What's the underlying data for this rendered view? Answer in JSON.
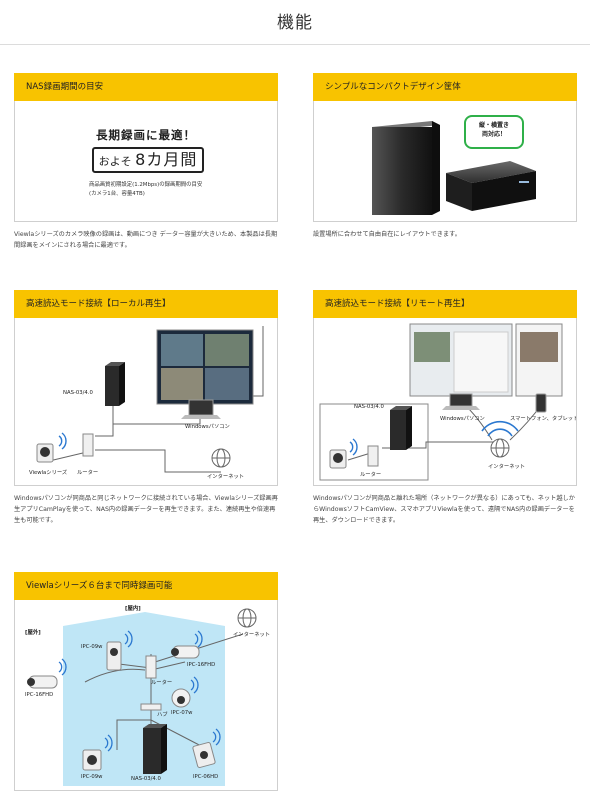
{
  "page_title": "機能",
  "cards": {
    "nas": {
      "header": "NAS録画期間の目安",
      "headline": "長期録画に最適！",
      "box_prefix": "およそ",
      "box_value": "8カ月間",
      "note_line1": "商品画質初期設定(1.2Mbps)の録画期間の目安",
      "note_line2": "(カメラ1台、容量4TB)",
      "desc": "Viewlaシリーズのカメラ映像の録画は、動画につき データー容量が大きいため、本製品は長期間録画をメインにされる場合に最適です。"
    },
    "design": {
      "header": "シンプルなコンパクトデザイン筐体",
      "bubble_line1": "縦・横置き",
      "bubble_line2": "両対応！",
      "desc": "設置場所に合わせて自由自在にレイアウトできます。"
    },
    "local": {
      "header": "高速読込モード接続【ローカル再生】",
      "labels": {
        "nas": "NAS-03/4.0",
        "pc": "Windowsパソコン",
        "camera": "Viewlaシリーズ",
        "router": "ルーター",
        "internet": "インターネット"
      },
      "desc": "Windowsパソコンが同商品と同じネットワークに接続されている場合、Viewlaシリーズ録画再生アプリCamPlayを使って、NAS内の録画データーを再生できます。また、連続再生や倍速再生も可能です。"
    },
    "remote": {
      "header": "高速読込モード接続【リモート再生】",
      "labels": {
        "nas": "NAS-03/4.0",
        "pc": "Windowsパソコン",
        "mobile": "スマートフォン、タブレット",
        "router": "ルーター",
        "internet": "インターネット"
      },
      "desc": "Windowsパソコンが同商品と離れた場所（ネットワークが異なる）にあっても、ネット越しからWindowsソフトCamView、スマホアプリViewlaを使って、遠隔でNAS内の録画データーを再生、ダウンロードできます。"
    },
    "six": {
      "header": "Viewlaシリーズ６台まで同時録画可能",
      "labels": {
        "indoor": "[屋内]",
        "outdoor": "[屋外]",
        "internet": "インターネット",
        "ipc09w_top": "IPC-09w",
        "ipc16fhd_in": "IPC-16FHD",
        "router": "ルーター",
        "ipc07w": "IPC-07w",
        "hub": "ハブ",
        "ipc16fhd_out": "IPC-16FHD",
        "ipc09w_bottom": "IPC-09w",
        "nas": "NAS-03/4.0",
        "ipc06hd": "IPC-06HD"
      }
    }
  },
  "colors": {
    "header_yellow": "#f8c300",
    "indoor_blue": "#bfe6f6",
    "wifi_blue": "#2b78d0",
    "bubble_green": "#2fb049"
  }
}
